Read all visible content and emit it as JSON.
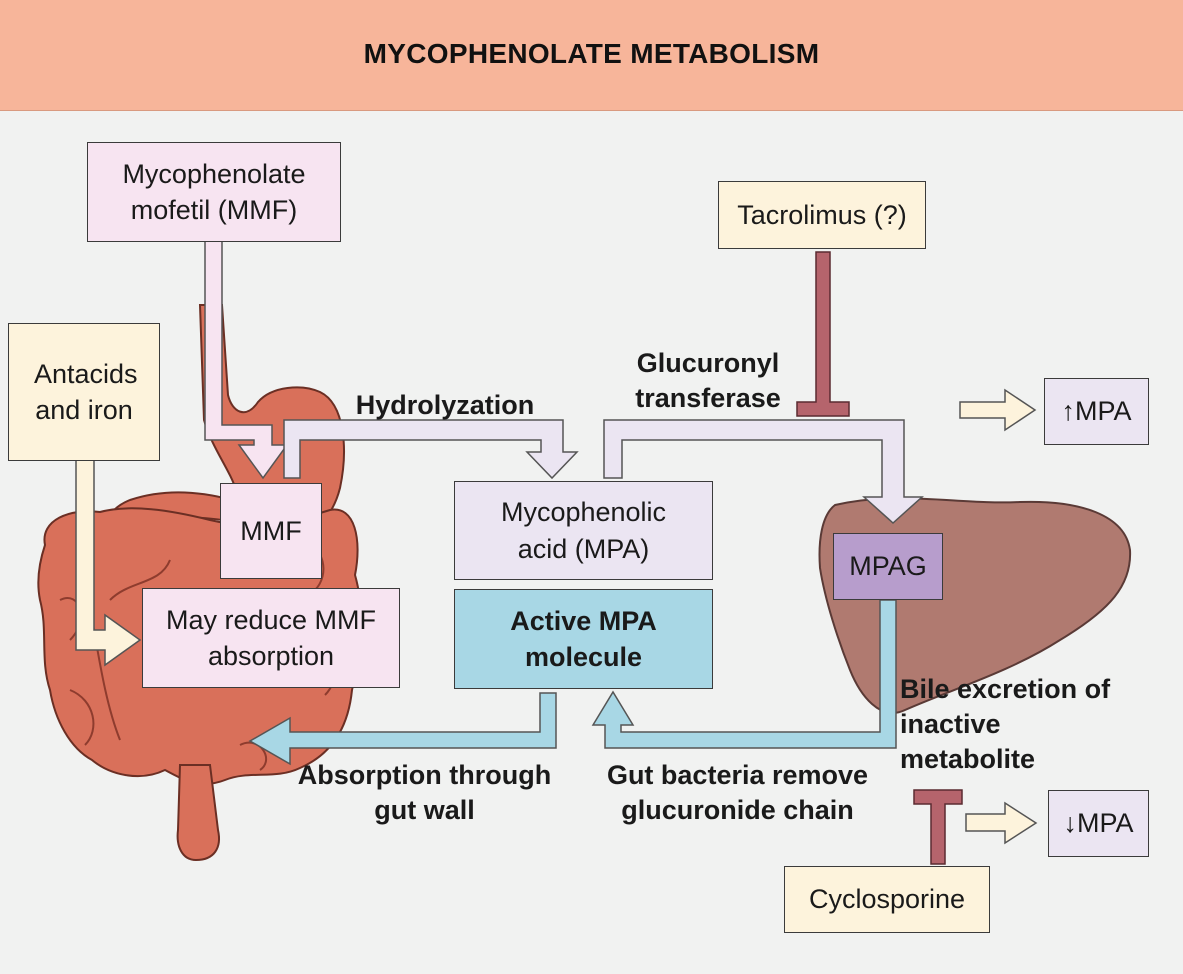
{
  "title": "MYCOPHENOLATE METABOLISM",
  "boxes": {
    "mmf_drug": "Mycophenolate mofetil (MMF)",
    "antacids": "Antacids and iron",
    "tacrolimus": "Tacrolimus (?)",
    "mmf_short": "MMF",
    "may_reduce": "May reduce MMF absorption",
    "mpa": "Mycophenolic acid (MPA)",
    "active_mpa": "Active MPA molecule",
    "mpag": "MPAG",
    "up_mpa": "↑MPA",
    "down_mpa": "↓MPA",
    "cyclosporine": "Cyclosporine"
  },
  "labels": {
    "hydrolyzation": "Hydrolyzation",
    "glucuronyl": "Glucuronyl transferase",
    "bile": "Bile excretion of inactive metabolite",
    "absorption": "Absorption through gut wall",
    "gut_bacteria": "Gut bacteria remove glucuronide chain"
  },
  "colors": {
    "title_bar": "#f7b59a",
    "organ": "#d9705a",
    "liver": "#b07a70",
    "inhibitor": "#b5646c",
    "blue_arrow": "#a8d7e5",
    "lavender_arrow": "#ebe5f2"
  }
}
